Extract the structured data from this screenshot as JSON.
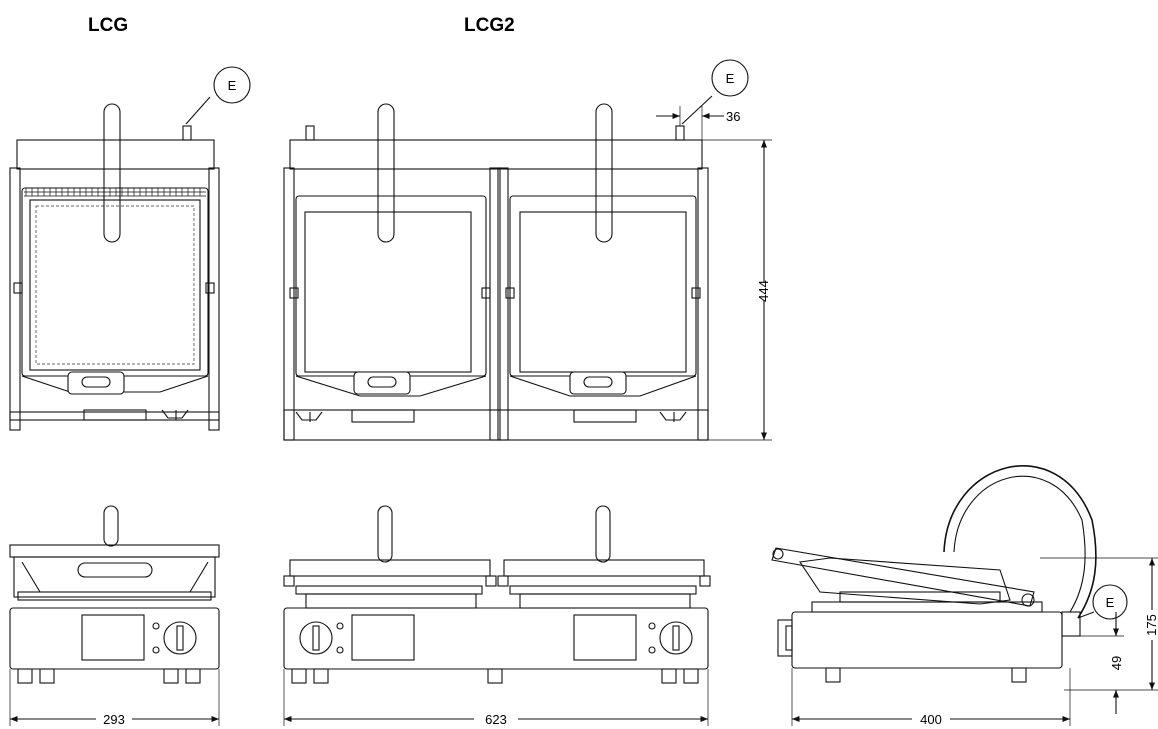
{
  "titles": {
    "lcg": "LCG",
    "lcg2": "LCG2"
  },
  "callouts": {
    "e1": "E",
    "e2": "E",
    "e3": "E"
  },
  "dimensions": {
    "offset_36": "36",
    "height_444": "444",
    "width_293": "293",
    "width_623": "623",
    "depth_400": "400",
    "height_175": "175",
    "height_49": "49"
  }
}
